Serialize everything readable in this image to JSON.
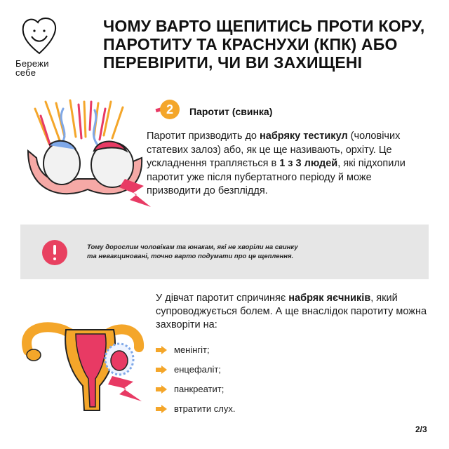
{
  "logo": {
    "line1": "Бережи",
    "line2": "себе"
  },
  "title": "ЧОМУ ВАРТО ЩЕПИТИСЬ ПРОТИ КОРУ, ПАРОТИТУ ТА КРАСНУХИ (КПК) АБО ПЕРЕВІРИТИ, ЧИ ВИ ЗАХИЩЕНІ",
  "section": {
    "number": "2",
    "title": "Паротит (свинка)"
  },
  "para1": {
    "t1": "Паротит призводить до ",
    "b1": "набряку тестикул",
    "t2": " (чоловічих статевих залоз) або, як це ще називають, орхіту. Це ускладнення трапляється в ",
    "b2": "1 з 3 людей",
    "t3": ", які підхопили паротит уже після пубертатного періоду й може призводити до безпліддя."
  },
  "note": {
    "line1": "Тому дорослим чоловікам та юнакам, які не хворіли на свинку",
    "line2": "та невакциновані, точно варто подумати про це щеплення."
  },
  "para2": {
    "t1": "У дівчат паротит спричиняє ",
    "b1": "набряк яєчників",
    "t2": ", який супроводжується болем. А ще внаслідок паротиту можна захворіти на:"
  },
  "list": [
    "менінгіт;",
    "енцефаліт;",
    "панкреатит;",
    "втратити слух."
  ],
  "page": "2/3",
  "colors": {
    "accent_orange": "#f4a62a",
    "accent_pink": "#e83a64",
    "note_bg": "#e6e6e6"
  }
}
